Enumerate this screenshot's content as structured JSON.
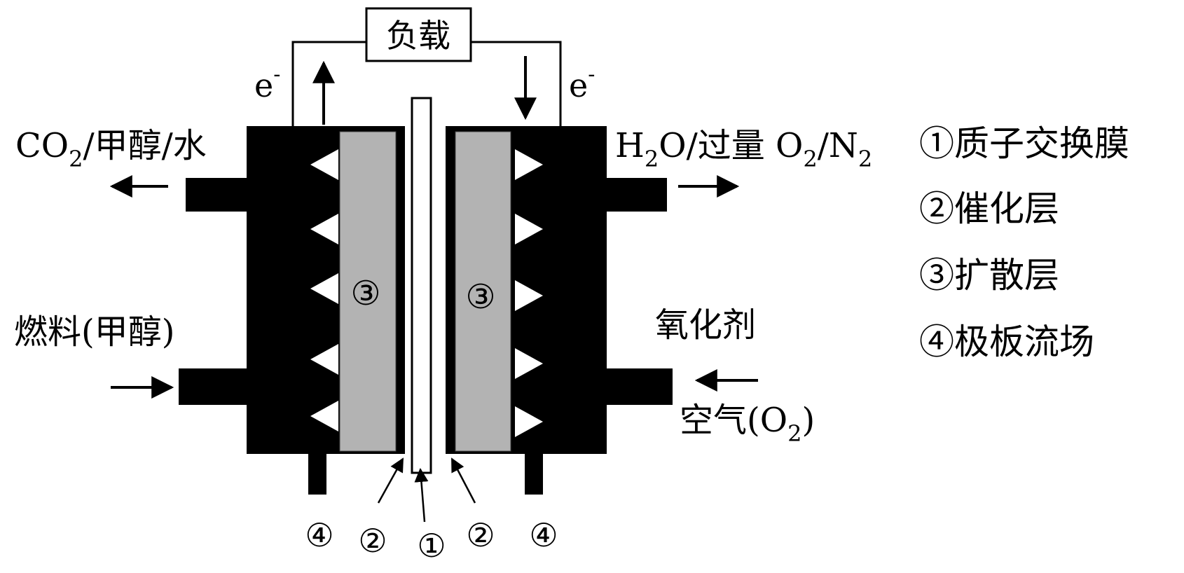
{
  "load": {
    "label": "负载"
  },
  "electron": {
    "text": "e",
    "sup": "-"
  },
  "anode": {
    "outlet": {
      "p1": "CO",
      "sub": "2",
      "p2": "/甲醇/水"
    },
    "inlet": {
      "label": "燃料(甲醇)"
    }
  },
  "cathode": {
    "outlet": {
      "p1": "H",
      "sub1": "2",
      "p2": "O/过量 O",
      "sub2": "2",
      "p3": "/N",
      "sub3": "2"
    },
    "oxidant": {
      "label": "氧化剂"
    },
    "inlet": {
      "p1": "空气(O",
      "sub": "2",
      "p2": ")"
    }
  },
  "markers": {
    "diffusion": "③",
    "bottom": [
      "④",
      "②",
      "①",
      "②",
      "④"
    ]
  },
  "legend": [
    {
      "num": "①",
      "text": "质子交换膜"
    },
    {
      "num": "②",
      "text": "催化层"
    },
    {
      "num": "③",
      "text": "扩散层"
    },
    {
      "num": "④",
      "text": "极板流场"
    }
  ],
  "colors": {
    "plate": "#000000",
    "diffusion": "#b3b3b3",
    "membrane": "#ffffff",
    "line": "#000000"
  }
}
